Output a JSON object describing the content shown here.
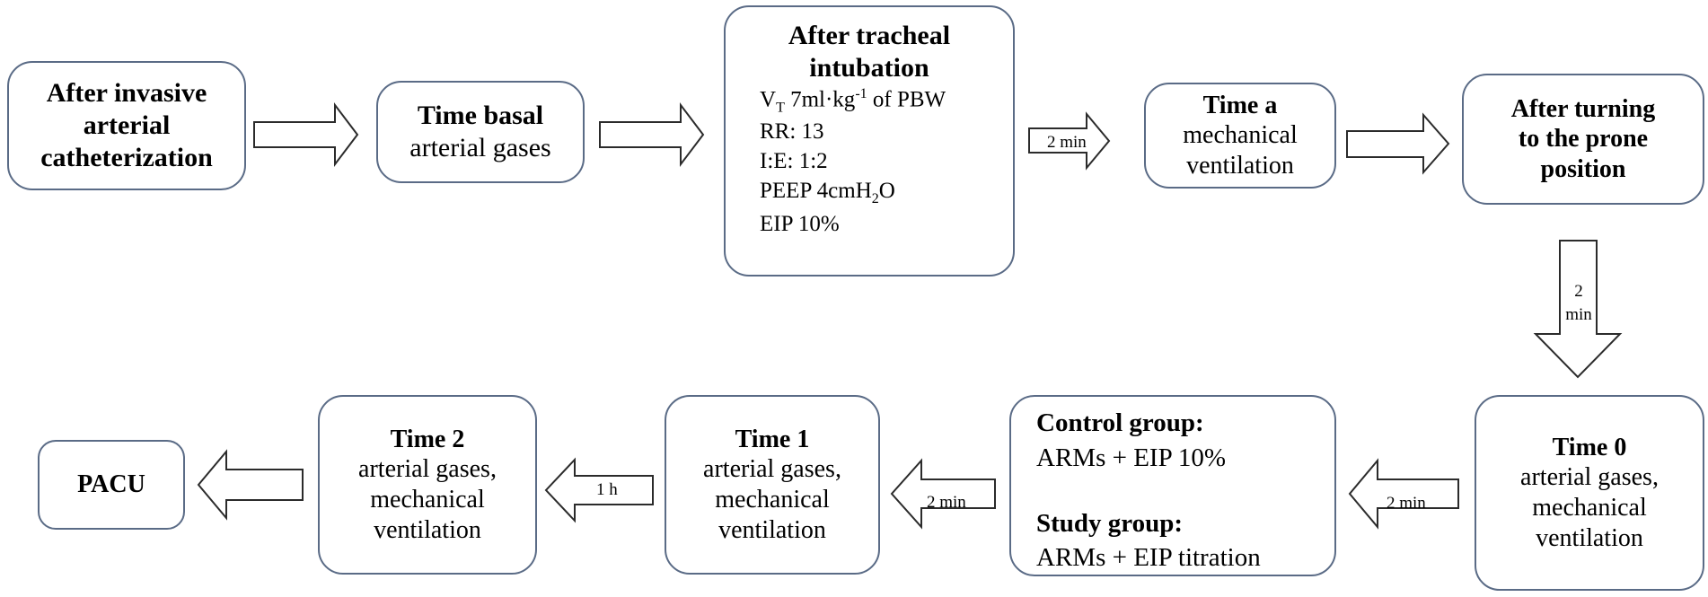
{
  "boxes": {
    "catheterization": {
      "l1": "After invasive",
      "l2": "arterial",
      "l3": "catheterization"
    },
    "basal": {
      "title": "Time basal",
      "l1": "arterial gases"
    },
    "intubation": {
      "title1": "After tracheal",
      "title2": "intubation",
      "vt_prefix": "V",
      "vt_sub": "T",
      "vt_mid": " 7ml·kg",
      "vt_sup": "-1",
      "vt_suffix": " of PBW",
      "rr": "RR: 13",
      "ie": "I:E: 1:2",
      "peep_prefix": "PEEP 4cmH",
      "peep_sub": "2",
      "peep_suffix": "O",
      "eip": "EIP 10%"
    },
    "time_a": {
      "title": "Time a",
      "l1": "mechanical",
      "l2": "ventilation"
    },
    "prone": {
      "l1": "After turning",
      "l2": "to the prone",
      "l3": "position"
    },
    "time_0": {
      "title": "Time 0",
      "l1": "arterial gases,",
      "l2": "mechanical",
      "l3": "ventilation"
    },
    "groups": {
      "control_title": "Control group:",
      "control_text": "ARMs + EIP 10%",
      "study_title": "Study group:",
      "study_text": "ARMs + EIP titration"
    },
    "time_1": {
      "title": "Time 1",
      "l1": "arterial gases,",
      "l2": "mechanical",
      "l3": "ventilation"
    },
    "time_2": {
      "title": "Time 2",
      "l1": "arterial gases,",
      "l2": "mechanical",
      "l3": "ventilation"
    },
    "pacu": {
      "title": "PACU"
    }
  },
  "arrows": {
    "a_to_prone_time": "2 min",
    "down_time_l1": "2",
    "down_time_l2": "min",
    "time0_to_groups": "2 min",
    "groups_to_time1": "2 min",
    "time1_to_time2": "1 h"
  }
}
